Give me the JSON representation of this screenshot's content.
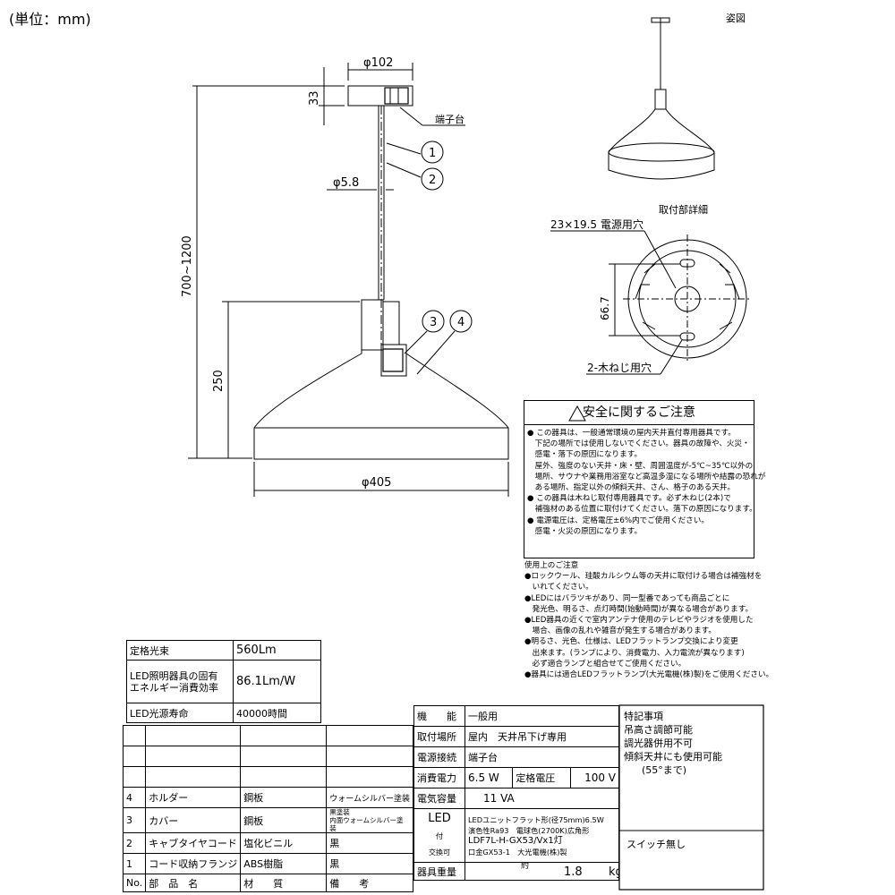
{
  "unit_label": "(単位：mm)",
  "view_label": "姿図",
  "dims": {
    "top_diameter": "φ102",
    "top_height": "33",
    "cord_diameter": "φ5.8",
    "total_height": "700~1200",
    "shade_height": "250",
    "shade_diameter": "φ405",
    "mount_hole": "23×19.5 電源用穴",
    "mount_pitch": "66.7",
    "screw_holes": "2-木ねじ用穴",
    "mount_detail": "取付部詳細",
    "terminal": "端子台"
  },
  "callouts": [
    "1",
    "2",
    "3",
    "4"
  ],
  "safety": {
    "title": "安全に関するご注意",
    "lines": [
      "● この器具は、一般通常環境の屋内天井直付専用器具です。",
      "　下記の場所では使用しないでください。器具の故障や、火災・",
      "　感電・落下の原因になります。",
      "　屋外、強度のない天井・床・壁、周囲温度が-5℃~35℃以外の",
      "　場所、サウナや業務用浴室など高温多湿になる場所や結露の恐れが",
      "　ある場所、指定以外の傾斜天井、さん、格子のある天井。",
      "● この器具は木ねじ取付専用器具です。必ず木ねじ(2本)で",
      "　補強材のある位置に取付けてください。落下の原因になります。",
      "● 電源電圧は、定格電圧±6%内でご使用ください。",
      "　感電・火災の原因になります。"
    ]
  },
  "usage": {
    "title": "使用上のご注意",
    "lines": [
      "●ロックウール、珪酸カルシウム等の天井に取付ける場合は補強材を",
      "　いれてください。",
      "●LEDにはバラツキがあり、同一型番であっても商品ごとに",
      "　発光色、明るさ、点灯時間(始動時間)が異なる場合があります。",
      "●LED器具の近くで室内アンテナ使用のテレビやラジオを使用した",
      "　場合、画像の乱れや雑音が発生する場合があります。",
      "●明るさ、光色、仕様は、LEDフラットランプ交換により変更",
      "　出来ます。(ランプにより、消費電力、入力電流が異なります)",
      "　必ず適合ランプと組合せてご使用ください。",
      "●器具には適合LEDフラットランプ(大光電機(株)製)をご使用ください。"
    ]
  },
  "performance": [
    {
      "label": "定格光束",
      "value": "560Lm"
    },
    {
      "label": "LED照明器具の固有\nエネルギー消費効率",
      "value": "86.1Lm/W"
    },
    {
      "label": "LED光源寿命",
      "value": "40000時間"
    }
  ],
  "parts": {
    "header": {
      "no": "No.",
      "name": "部　品　名",
      "material": "材　　質",
      "note": "備　　考"
    },
    "rows": [
      {
        "no": "",
        "name": "",
        "material": "",
        "note": ""
      },
      {
        "no": "",
        "name": "",
        "material": "",
        "note": ""
      },
      {
        "no": "",
        "name": "",
        "material": "",
        "note": ""
      },
      {
        "no": "4",
        "name": "ホルダー",
        "material": "鋼板",
        "note": "ウォームシルバー塗装"
      },
      {
        "no": "3",
        "name": "カバー",
        "material": "鋼板",
        "note": "黒塗装\n内面ウォームシルバー塗装"
      },
      {
        "no": "2",
        "name": "キャブタイヤコード",
        "material": "塩化ビニル",
        "note": "黒"
      },
      {
        "no": "1",
        "name": "コード収納フランジ",
        "material": "ABS樹脂",
        "note": "黒"
      }
    ]
  },
  "specs": {
    "function_label": "機　　能",
    "function": "一般用",
    "location_label": "取付場所",
    "location": "屋内　天井吊下げ専用",
    "power_label": "電源接続",
    "power": "端子台",
    "consumption_label": "消費電力",
    "consumption": "6.5 W",
    "voltage_label": "定格電圧",
    "voltage": "100 V",
    "capacity_label": "電気容量",
    "capacity": "11 VA",
    "led_label": "LED",
    "led_sub1": "付",
    "led_sub2": "交換可",
    "led_lines": [
      "LEDユニットフラット形(径75mm)6.5W",
      "演色性Ra93　電球色(2700K)広角形",
      "LDF7L-H-GX53/Vx1灯",
      "口金GX53-1　大光電機(株)製"
    ],
    "weight_label": "器具重量",
    "weight_prefix": "約",
    "weight": "1.8",
    "weight_unit": "kg"
  },
  "features": {
    "title": "特記事項",
    "lines": [
      "吊高さ調節可能",
      "調光器併用不可",
      "傾斜天井にも使用可能",
      "(55°まで)"
    ],
    "switch": "スイッチ無し"
  }
}
